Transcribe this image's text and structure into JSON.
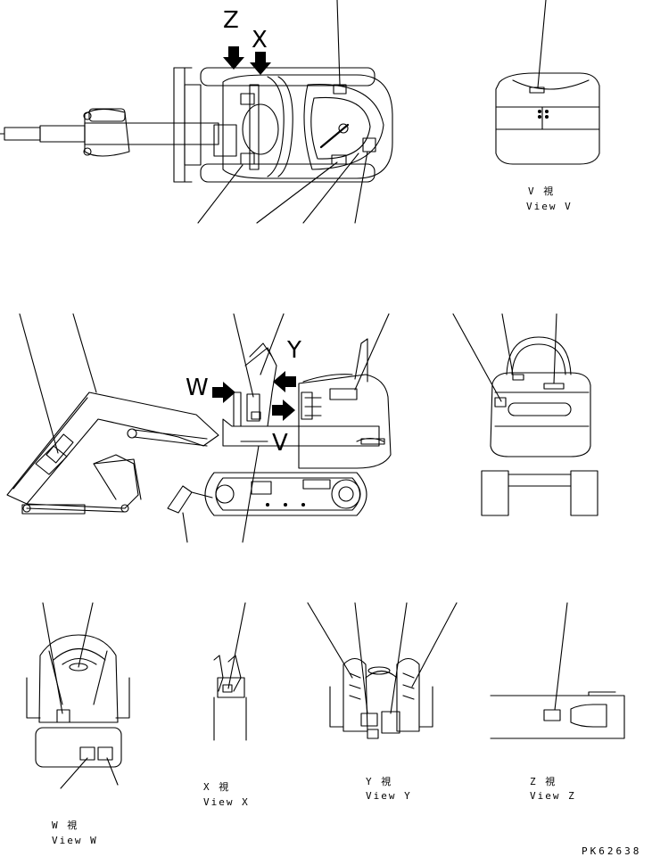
{
  "arrows": {
    "z": "Z",
    "x": "X",
    "y": "Y",
    "w": "W",
    "v": "V"
  },
  "views": {
    "v": {
      "jp": "V 視",
      "en": "View V"
    },
    "x": {
      "jp": "X 視",
      "en": "View X"
    },
    "y": {
      "jp": "Y 視",
      "en": "View Y"
    },
    "z": {
      "jp": "Z 視",
      "en": "View Z"
    },
    "w": {
      "jp": "W 視",
      "en": "View W"
    }
  },
  "drawing_code": "PK62638"
}
